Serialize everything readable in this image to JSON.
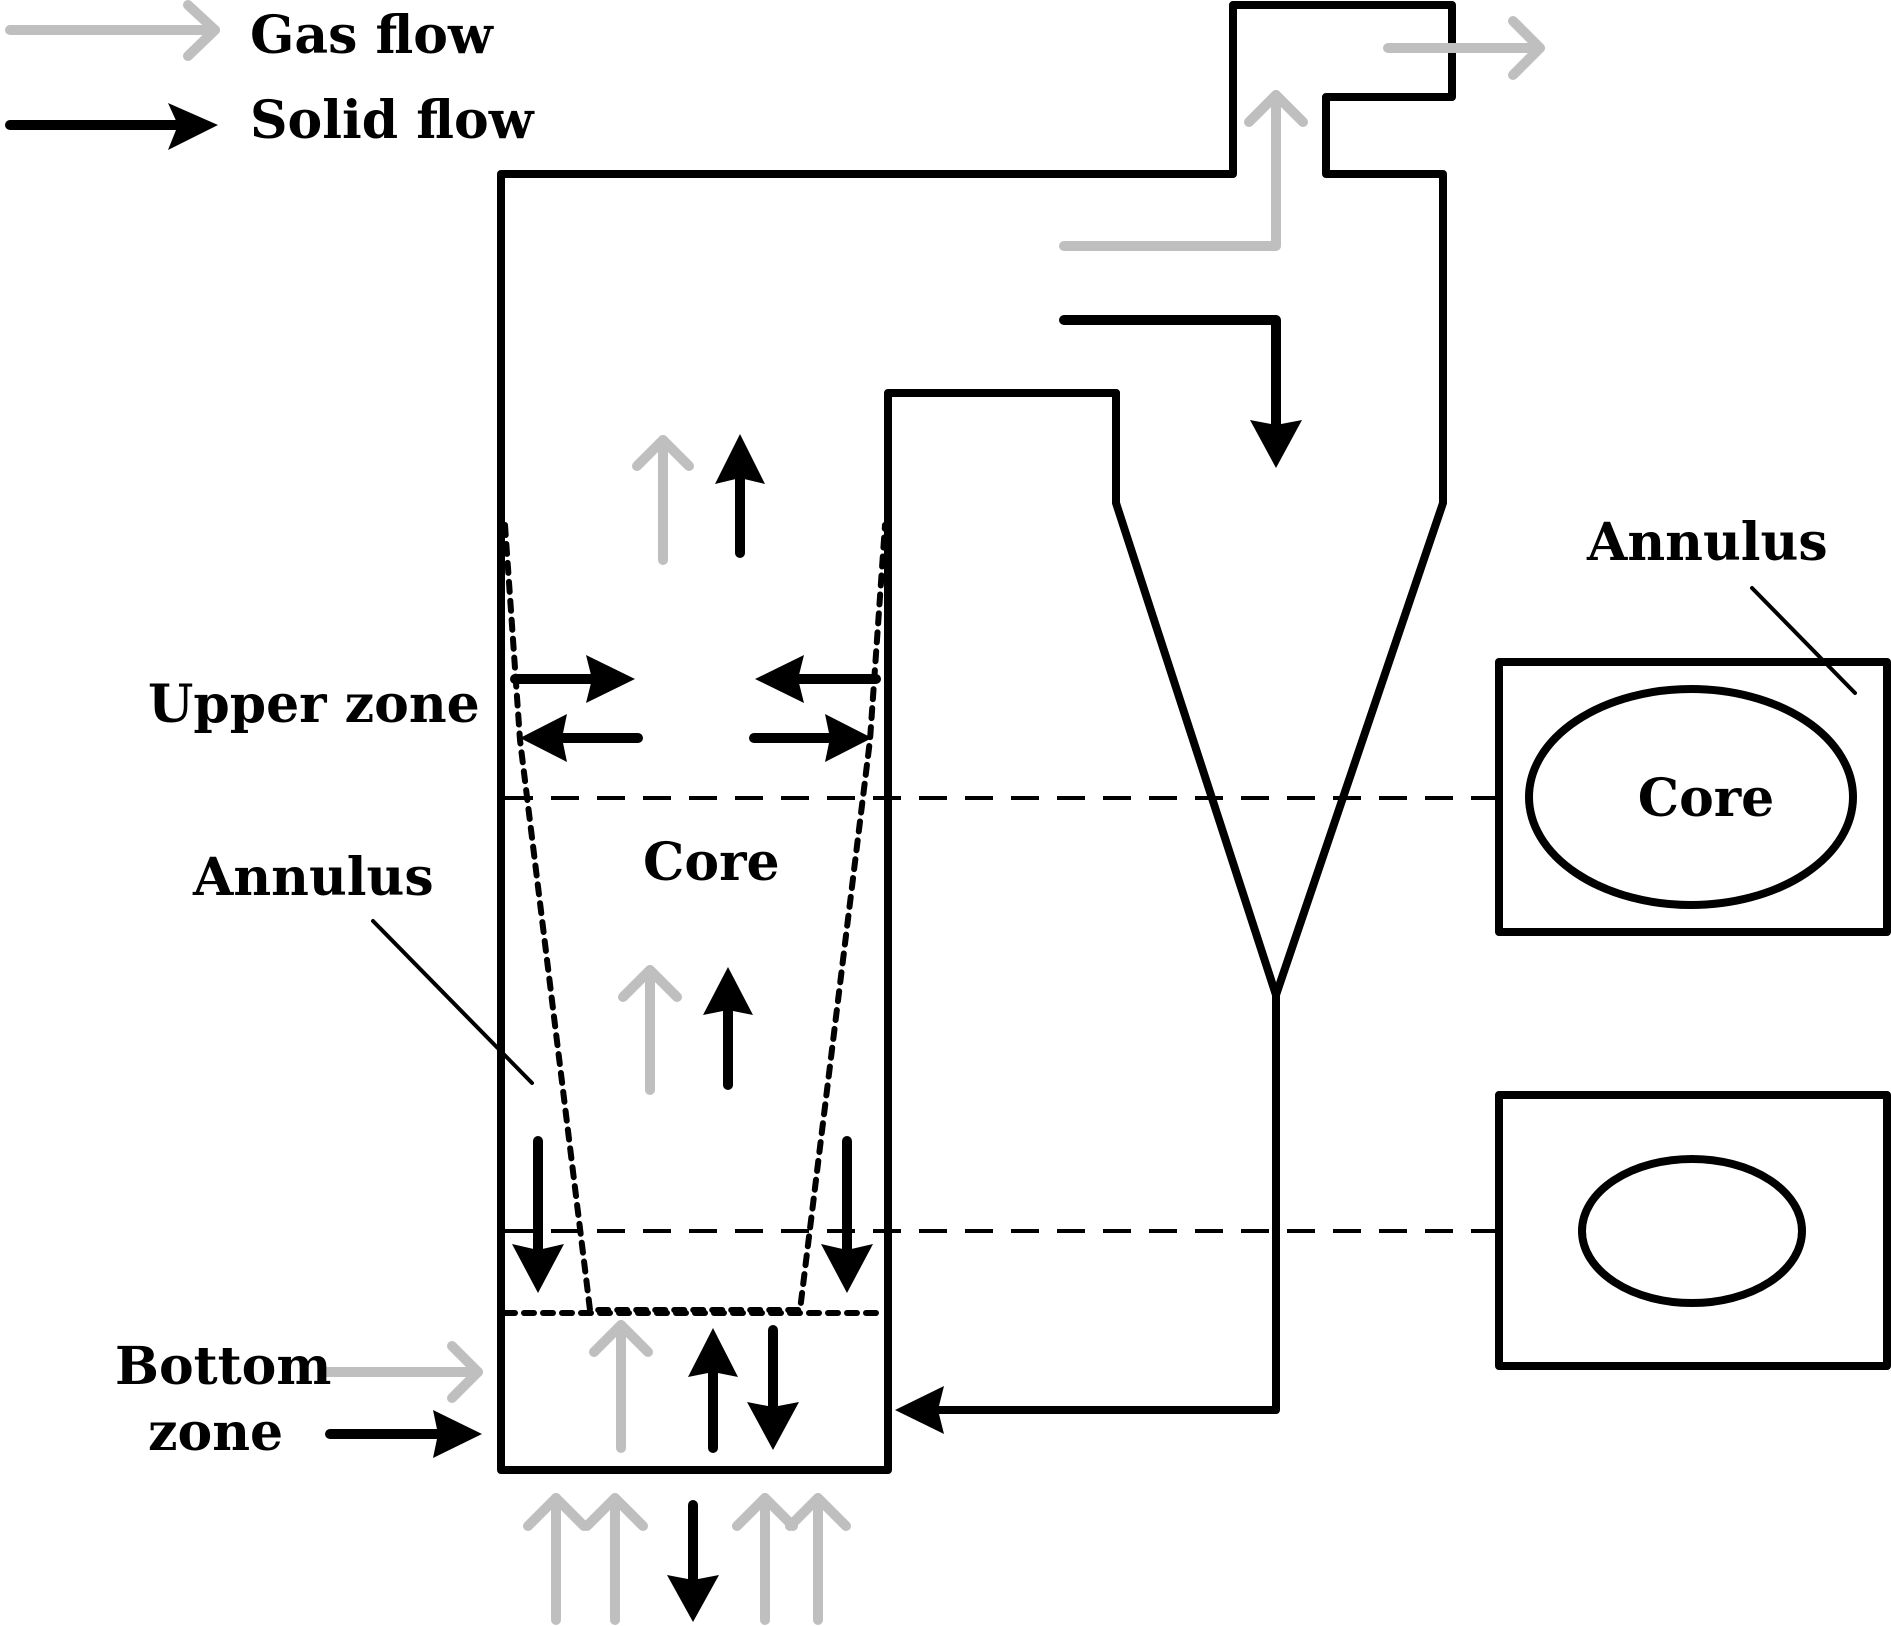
{
  "colors": {
    "gas": "#bfbfbf",
    "solid": "#000000",
    "background": "#ffffff"
  },
  "legend": {
    "items": [
      {
        "label": "Gas flow",
        "type": "gas"
      },
      {
        "label": "Solid flow",
        "type": "solid"
      }
    ]
  },
  "labels": {
    "upper_zone": "Upper zone",
    "annulus_riser": "Annulus",
    "core_riser": "Core",
    "bottom_zone_line1": "Bottom",
    "bottom_zone_line2": "zone",
    "annulus_section": "Annulus",
    "core_section": "Core"
  },
  "components": [
    "riser",
    "cyclone",
    "standpipe-return-leg",
    "upper-cross-section",
    "lower-cross-section"
  ]
}
